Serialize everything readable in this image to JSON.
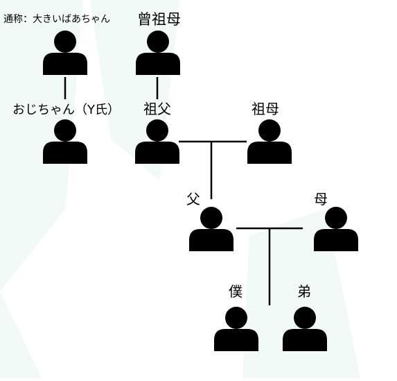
{
  "labels": {
    "nickname": "通称：大きいばあちゃん",
    "great_grandmother": "曾祖母",
    "ojichan": "おじちゃん（Y氏）",
    "grandfather": "祖父",
    "grandmother": "祖母",
    "father": "父",
    "mother": "母",
    "me": "僕",
    "younger_brother": "弟"
  },
  "colors": {
    "icon": "#000000",
    "line": "#000000",
    "background_pattern": "#f2faf8"
  },
  "icons": {
    "person": "person-icon"
  }
}
